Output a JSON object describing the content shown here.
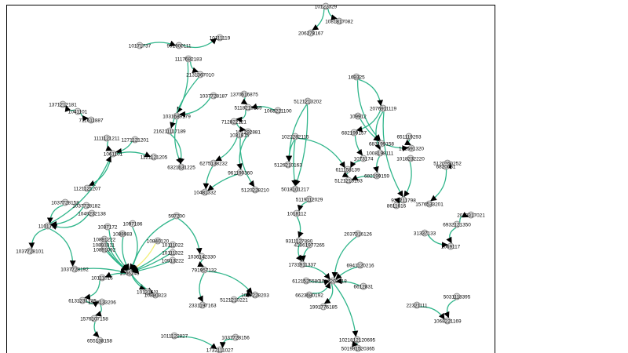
{
  "colors": {
    "edge": "#2fb58a",
    "edge_highlight": "#f3ef7a",
    "node_fill": "#dcdcdc",
    "node_stroke": "#777777",
    "arrow": "#000000"
  },
  "nodes": [
    {
      "id": "n1",
      "label": "10122329"
    },
    {
      "id": "n2",
      "label": "1081817082"
    },
    {
      "id": "n3",
      "label": "206278167"
    },
    {
      "id": "n4",
      "label": "10171737"
    },
    {
      "id": "n5",
      "label": "991900111"
    },
    {
      "id": "n6",
      "label": "10111119"
    },
    {
      "id": "n7",
      "label": "1117682183"
    },
    {
      "id": "n8",
      "label": "2131367010"
    },
    {
      "id": "n9",
      "label": "1037728187"
    },
    {
      "id": "n10",
      "label": "1370616875"
    },
    {
      "id": "n11",
      "label": "5118219139"
    },
    {
      "id": "n12",
      "label": "1068221100"
    },
    {
      "id": "n13",
      "label": "5121213202"
    },
    {
      "id": "n14",
      "label": "1371212181"
    },
    {
      "id": "n15",
      "label": "1041101"
    },
    {
      "id": "n16",
      "label": "711611887"
    },
    {
      "id": "n17",
      "label": "1031689179"
    },
    {
      "id": "n18",
      "label": "216211117189"
    },
    {
      "id": "n19",
      "label": "712822121"
    },
    {
      "id": "n20",
      "label": "101292881"
    },
    {
      "id": "n21",
      "label": "1031815"
    },
    {
      "id": "n22",
      "label": "1111121211"
    },
    {
      "id": "n23",
      "label": "1271121201"
    },
    {
      "id": "n24",
      "label": "1061101"
    },
    {
      "id": "n25",
      "label": "1121121205"
    },
    {
      "id": "n26",
      "label": "6321631225"
    },
    {
      "id": "n27",
      "label": "6275138232"
    },
    {
      "id": "n28",
      "label": "961190360"
    },
    {
      "id": "n29",
      "label": "10481332"
    },
    {
      "id": "n30",
      "label": "5120228210"
    },
    {
      "id": "n31",
      "label": "1121121207"
    },
    {
      "id": "n32",
      "label": "1022282115"
    },
    {
      "id": "n33",
      "label": "5126210163"
    },
    {
      "id": "n34",
      "label": "5018101217"
    },
    {
      "id": "n35",
      "label": "169325"
    },
    {
      "id": "n36",
      "label": "2076911119"
    },
    {
      "id": "n37",
      "label": "109912"
    },
    {
      "id": "n38",
      "label": "682199157"
    },
    {
      "id": "n39",
      "label": "683199158"
    },
    {
      "id": "n40",
      "label": "651119293"
    },
    {
      "id": "n41",
      "label": "161591320"
    },
    {
      "id": "n42",
      "label": "1018232220"
    },
    {
      "id": "n43",
      "label": "1008198111"
    },
    {
      "id": "n44",
      "label": "1073174"
    },
    {
      "id": "n45",
      "label": "611158139"
    },
    {
      "id": "n46",
      "label": "682199159"
    },
    {
      "id": "n47",
      "label": "5121213193"
    },
    {
      "id": "n48",
      "label": "5120150252"
    },
    {
      "id": "n49",
      "label": "6820081"
    },
    {
      "id": "n50",
      "label": "931211798"
    },
    {
      "id": "n51",
      "label": "8611616"
    },
    {
      "id": "n52",
      "label": "1576533201"
    },
    {
      "id": "n53",
      "label": "1037728158"
    },
    {
      "id": "n54",
      "label": "1037728182"
    },
    {
      "id": "n55",
      "label": "1049232138"
    },
    {
      "id": "n56",
      "label": "1101712"
    },
    {
      "id": "n57",
      "label": "1037728101"
    },
    {
      "id": "n58",
      "label": "1037728192"
    },
    {
      "id": "n59",
      "label": "1037172"
    },
    {
      "id": "n60",
      "label": "1097186"
    },
    {
      "id": "n61",
      "label": "1088983"
    },
    {
      "id": "n62",
      "label": "10891222"
    },
    {
      "id": "n63",
      "label": "10891311"
    },
    {
      "id": "n64",
      "label": "10891092"
    },
    {
      "id": "n65",
      "label": "597200"
    },
    {
      "id": "n66",
      "label": "10840120"
    },
    {
      "id": "n67",
      "label": "10111022"
    },
    {
      "id": "n68",
      "label": "10111322"
    },
    {
      "id": "n69",
      "label": "10913222"
    },
    {
      "id": "n70",
      "label": "1036142330"
    },
    {
      "id": "n71",
      "label": "791957132"
    },
    {
      "id": "n72",
      "label": "10111016"
    },
    {
      "id": "n73",
      "label": "1006245"
    },
    {
      "id": "n74",
      "label": "10131611"
    },
    {
      "id": "n75",
      "label": "10880323"
    },
    {
      "id": "n76",
      "label": "6131231235"
    },
    {
      "id": "n77",
      "label": "1576133206"
    },
    {
      "id": "n78",
      "label": "1576107158"
    },
    {
      "id": "n79",
      "label": "655138158"
    },
    {
      "id": "n80",
      "label": "2331197163"
    },
    {
      "id": "n81",
      "label": "5121210221"
    },
    {
      "id": "n82",
      "label": "1017228203"
    },
    {
      "id": "n83",
      "label": "1011122827"
    },
    {
      "id": "n84",
      "label": "1037728156"
    },
    {
      "id": "n85",
      "label": "1732111027"
    },
    {
      "id": "n86",
      "label": "5119112029"
    },
    {
      "id": "n87",
      "label": "1018112"
    },
    {
      "id": "n88",
      "label": "9311127890"
    },
    {
      "id": "n89",
      "label": "41861977265"
    },
    {
      "id": "n90",
      "label": "2037316126"
    },
    {
      "id": "n91",
      "label": "1731911337"
    },
    {
      "id": "n92",
      "label": "6941120216"
    },
    {
      "id": "n93",
      "label": "6121525580"
    },
    {
      "id": "n94",
      "label": "1012203218"
    },
    {
      "id": "n95",
      "label": "6612831"
    },
    {
      "id": "n96",
      "label": "6623680192"
    },
    {
      "id": "n97",
      "label": "1991776185"
    },
    {
      "id": "n98",
      "label": "31337133"
    },
    {
      "id": "n99",
      "label": "6932121350"
    },
    {
      "id": "n100",
      "label": "2039317021"
    },
    {
      "id": "n101",
      "label": "1069117"
    },
    {
      "id": "n102",
      "label": "22321111"
    },
    {
      "id": "n103",
      "label": "5031118395"
    },
    {
      "id": "n104",
      "label": "1068221169"
    },
    {
      "id": "n105",
      "label": "1021812120695"
    },
    {
      "id": "n106",
      "label": "501981520365"
    }
  ],
  "edges": [
    [
      "n1",
      "n2"
    ],
    [
      "n1",
      "n3"
    ],
    [
      "n4",
      "n5"
    ],
    [
      "n5",
      "n6"
    ],
    [
      "n7",
      "n8"
    ],
    [
      "n7",
      "n17"
    ],
    [
      "n8",
      "n18"
    ],
    [
      "n9",
      "n17"
    ],
    [
      "n10",
      "n11"
    ],
    [
      "n11",
      "n19"
    ],
    [
      "n12",
      "n11"
    ],
    [
      "n13",
      "n33"
    ],
    [
      "n15",
      "n14"
    ],
    [
      "n15",
      "n16"
    ],
    [
      "n22",
      "n24"
    ],
    [
      "n23",
      "n24"
    ],
    [
      "n24",
      "n25"
    ],
    [
      "n24",
      "n31"
    ],
    [
      "n17",
      "n26"
    ],
    [
      "n18",
      "n26"
    ],
    [
      "n19",
      "n20"
    ],
    [
      "n20",
      "n28"
    ],
    [
      "n21",
      "n30"
    ],
    [
      "n21",
      "n27"
    ],
    [
      "n27",
      "n29"
    ],
    [
      "n28",
      "n29"
    ],
    [
      "n32",
      "n33"
    ],
    [
      "n32",
      "n34"
    ],
    [
      "n32",
      "n45"
    ],
    [
      "n13",
      "n34"
    ],
    [
      "n35",
      "n36"
    ],
    [
      "n35",
      "n39"
    ],
    [
      "n36",
      "n38"
    ],
    [
      "n36",
      "n43"
    ],
    [
      "n37",
      "n39"
    ],
    [
      "n38",
      "n44"
    ],
    [
      "n39",
      "n41"
    ],
    [
      "n40",
      "n41"
    ],
    [
      "n43",
      "n46"
    ],
    [
      "n44",
      "n45"
    ],
    [
      "n45",
      "n47"
    ],
    [
      "n46",
      "n47"
    ],
    [
      "n36",
      "n50"
    ],
    [
      "n42",
      "n50"
    ],
    [
      "n50",
      "n51"
    ],
    [
      "n48",
      "n52"
    ],
    [
      "n49",
      "n48"
    ],
    [
      "n53",
      "n56"
    ],
    [
      "n54",
      "n56"
    ],
    [
      "n55",
      "n56"
    ],
    [
      "n56",
      "n57"
    ],
    [
      "n56",
      "n58"
    ],
    [
      "n56",
      "n24"
    ],
    [
      "n59",
      "n73"
    ],
    [
      "n60",
      "n73"
    ],
    [
      "n61",
      "n73"
    ],
    [
      "n62",
      "n73"
    ],
    [
      "n63",
      "n73"
    ],
    [
      "n64",
      "n73"
    ],
    [
      "n66",
      "n73"
    ],
    [
      "n67",
      "n73"
    ],
    [
      "n68",
      "n73"
    ],
    [
      "n69",
      "n73"
    ],
    [
      "n58",
      "n73"
    ],
    [
      "n65",
      "n70"
    ],
    [
      "n65",
      "n73"
    ],
    [
      "n70",
      "n71"
    ],
    [
      "n71",
      "n80"
    ],
    [
      "n71",
      "n82"
    ],
    [
      "n73",
      "n74"
    ],
    [
      "n73",
      "n75"
    ],
    [
      "n73",
      "n72"
    ],
    [
      "n72",
      "n76"
    ],
    [
      "n76",
      "n77"
    ],
    [
      "n77",
      "n78"
    ],
    [
      "n78",
      "n79"
    ],
    [
      "n83",
      "n85"
    ],
    [
      "n84",
      "n85"
    ],
    [
      "n81",
      "n82"
    ],
    [
      "n86",
      "n87"
    ],
    [
      "n87",
      "n88"
    ],
    [
      "n88",
      "n91"
    ],
    [
      "n89",
      "n91"
    ],
    [
      "n90",
      "n94"
    ],
    [
      "n91",
      "n94"
    ],
    [
      "n92",
      "n94"
    ],
    [
      "n93",
      "n94"
    ],
    [
      "n94",
      "n97"
    ],
    [
      "n95",
      "n94"
    ],
    [
      "n96",
      "n94"
    ],
    [
      "n94",
      "n105"
    ],
    [
      "n98",
      "n101"
    ],
    [
      "n99",
      "n100"
    ],
    [
      "n99",
      "n101"
    ],
    [
      "n102",
      "n104"
    ],
    [
      "n103",
      "n104"
    ],
    [
      "n105",
      "n106"
    ]
  ],
  "highlighted_edges": [
    [
      "n66",
      "n73"
    ]
  ]
}
